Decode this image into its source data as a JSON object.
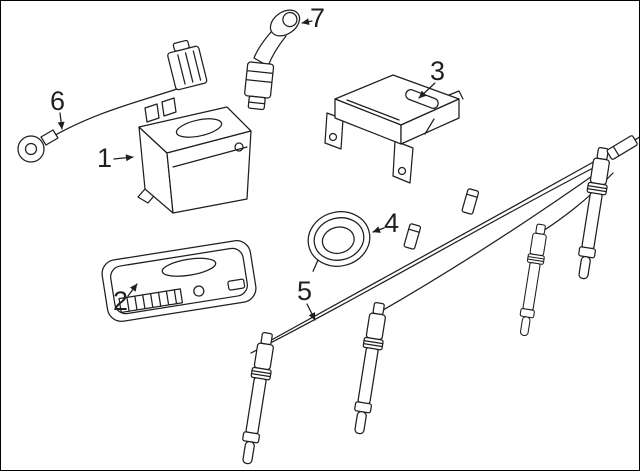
{
  "page": {
    "background": "#ffffff",
    "line_color": "#1f1f1f"
  },
  "callouts": [
    {
      "label": "1"
    },
    {
      "label": "2"
    },
    {
      "label": "3"
    },
    {
      "label": "4"
    },
    {
      "label": "5"
    },
    {
      "label": "6"
    },
    {
      "label": "7"
    }
  ]
}
